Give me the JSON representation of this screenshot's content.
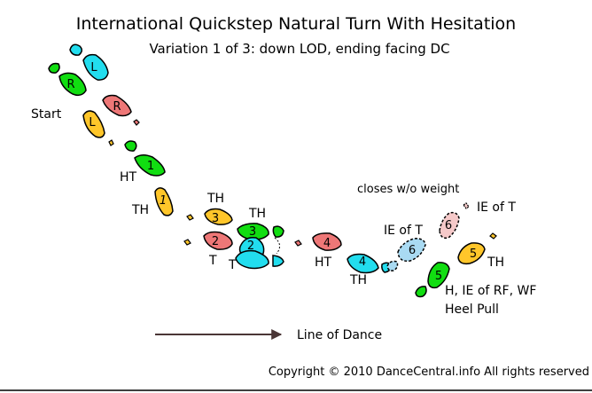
{
  "title": "International Quickstep Natural Turn With Hesitation",
  "subtitle": "Variation 1 of 3: down LOD, ending facing DC",
  "labels": {
    "start": "Start",
    "ht1": "HT",
    "th1": "TH",
    "th2": "TH",
    "t1": "T",
    "th3": "TH",
    "t2": "T",
    "ht2": "HT",
    "th4": "TH",
    "closes": "closes w/o weight",
    "ie_t1": "IE of T",
    "ie_t2": "IE of T",
    "th5": "TH",
    "h_ie": "H, IE of RF, WF",
    "heel_pull": "Heel Pull"
  },
  "line_of_dance": "Line of Dance",
  "copyright": "Copyright © 2010 DanceCentral.info All rights reserved",
  "footprints": {
    "start_l_top": "L",
    "start_r_top": "R",
    "start_r_pink": "R",
    "start_l_bottom": "L",
    "step1": "1",
    "step1_yellow": "1",
    "step3_yellow": "3",
    "step2_pink": "2",
    "step3_green": "3",
    "step2_cyan": "2",
    "step4_pink": "4",
    "step4_cyan": "4",
    "step6_blue": "6",
    "step6_pink": "6",
    "step5_green": "5",
    "step5_yellow": "5"
  },
  "colors": {
    "green": "#11dd11",
    "cyan": "#22ddee",
    "yellow": "#ffc62a",
    "pink": "#ee7777",
    "light_blue": "#a9daf2",
    "light_pink": "#f5c9c9",
    "arrow": "#4a3636"
  }
}
